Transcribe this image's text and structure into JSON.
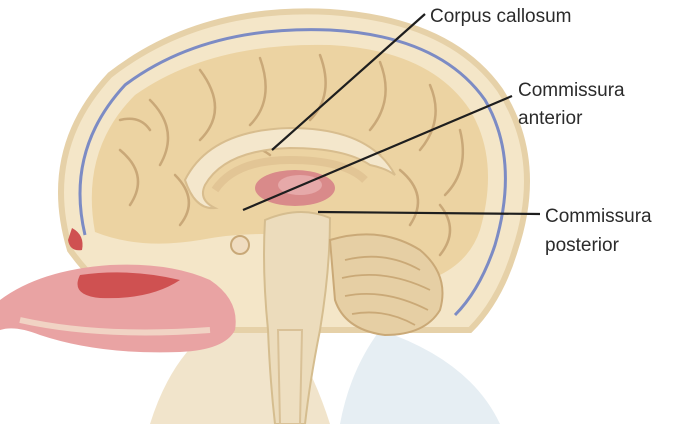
{
  "labels": {
    "corpus_callosum": "Corpus callosum",
    "commissura_anterior_line1": "Commissura",
    "commissura_anterior_line2": "anterior",
    "commissura_posterior_line1": "Commissura",
    "commissura_posterior_line2": "posterior"
  },
  "colors": {
    "background": "#ffffff",
    "skull_outline": "#e9d7b4",
    "skull_fill": "#f4e6c8",
    "meninges_blue": "#7c8bc4",
    "cortex_fill": "#ecd3a2",
    "cortex_line": "#c9a878",
    "corpus_callosum": "#f4e7cc",
    "thalamus_red": "#d98a8a",
    "nasal_pink": "#e9a3a3",
    "nasal_red": "#cf5151",
    "cerebellum": "#e6cfa4",
    "brainstem": "#ecdcbc",
    "spinal_cord": "#eedfc1",
    "label_text": "#2b2b2b",
    "leader_line": "#1e1e1e"
  }
}
